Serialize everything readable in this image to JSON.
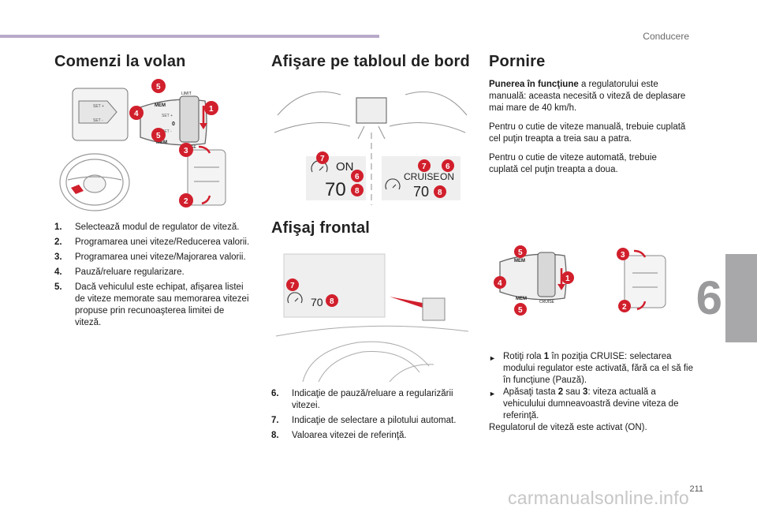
{
  "header": {
    "section": "Conducere",
    "chapter": "6",
    "page": "211",
    "watermark": "carmanualsonline.info"
  },
  "colors": {
    "badge": "#d11f2c",
    "accent_bar": "#b8a9c9",
    "chapter_tab": "#a8a8aa"
  },
  "col1": {
    "title": "Comenzi la volan",
    "items": [
      {
        "n": "1.",
        "text": "Selectează modul de regulator de viteză."
      },
      {
        "n": "2.",
        "text": "Programarea unei viteze/Reducerea valorii."
      },
      {
        "n": "3.",
        "text": "Programarea unei viteze/Majorarea valorii."
      },
      {
        "n": "4.",
        "text": "Pauză/reluare regularizare."
      },
      {
        "n": "5.",
        "text": "Dacă vehiculul este echipat, afişarea listei de viteze memorate sau memorarea vitezei propuse prin recunoaşterea limitei de viteză."
      }
    ]
  },
  "col2": {
    "title": "Afişare pe tabloul de bord",
    "panel_left": {
      "state": "ON",
      "speed": "70"
    },
    "panel_right": {
      "mode": "CRUISE",
      "state": "ON",
      "speed": "70"
    },
    "hud_title": "Afişaj frontal",
    "hud": {
      "speed": "70"
    },
    "items": [
      {
        "n": "6.",
        "text": "Indicaţie de pauză/reluare a regularizării vitezei."
      },
      {
        "n": "7.",
        "text": "Indicaţie de selectare a pilotului automat."
      },
      {
        "n": "8.",
        "text": "Valoarea vitezei de referinţă."
      }
    ]
  },
  "col3": {
    "title": "Pornire",
    "p1_bold": "Punerea în funcţiune",
    "p1_rest": " a regulatorului este manuală: aceasta necesită o viteză de deplasare mai mare de 40 km/h.",
    "p2": "Pentru o cutie de viteze manuală, trebuie cuplată cel puţin treapta a treia sau a patra.",
    "p3": "Pentru o cutie de viteze automată, trebuie cuplată cel puţin treapta a doua.",
    "b1_a": "Rotiţi rola ",
    "b1_b": "1",
    "b1_c": " în poziţia CRUISE: selectarea modului regulator este activată, fără ca el să fie în funcţiune (Pauză).",
    "b2_a": "Apăsaţi tasta ",
    "b2_b": "2",
    "b2_c": " sau ",
    "b2_d": "3",
    "b2_e": ": viteza actuală a vehiculului dumneavoastră devine viteza de referinţă.",
    "closing": "Regulatorul de viteză este activat (ON)."
  },
  "badges": {
    "b1": "1",
    "b2": "2",
    "b3": "3",
    "b4": "4",
    "b5": "5",
    "b6": "6",
    "b7": "7",
    "b8": "8"
  },
  "stalk": {
    "mem": "MEM",
    "set_plus": "SET +",
    "set_minus": "SET -",
    "limit": "LIMIT",
    "cruise": "CRUISE",
    "zero": "0"
  }
}
